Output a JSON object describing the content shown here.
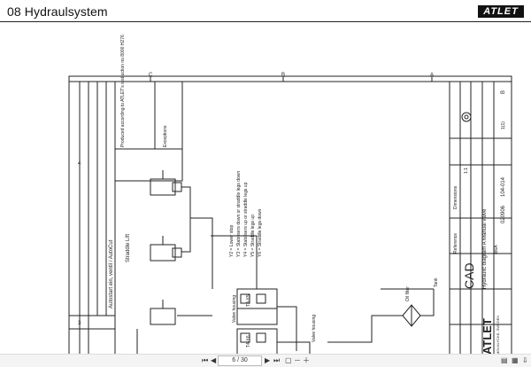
{
  "header": {
    "title": "08  Hydraulsystem",
    "logo": "ATLET"
  },
  "drawing": {
    "labels": {
      "cad": "CAD",
      "straddle_lift": "Straddle Lift",
      "valve_housing_1": "Valve housing",
      "valve_housing_2": "Valve housing",
      "oil_filter": "Oil filter",
      "tank": "Tank",
      "y_legend": [
        "Y2 = Lower stop",
        "Y3 = Stabilisers down or straddle legs down",
        "Y4 = Stabilisers up or straddle legs up",
        "Y5 = Straddle legs up",
        "Y6 = Straddle legs down"
      ],
      "t3y5": "T3-Y5",
      "t4y6": "T4-Y6",
      "title_block": {
        "name": "Hydraulic diagram  A  Manual valve",
        "company": "ATLET",
        "company_sub": "MOLNLYCKE, SWEDEN",
        "drawing_no": "104-014",
        "date": "020906",
        "sign": "B6A",
        "scale": "1:1",
        "sheet": "1(1)",
        "rev": "B",
        "produced": "Produced according to ATLET's instruction no 8000 H276",
        "exceptions": "Exceptions",
        "reference": "Reference",
        "dimensions": "Dimensions"
      },
      "grid_letters": [
        "C",
        "B",
        "A"
      ],
      "grid_numbers": [
        "4",
        "3"
      ],
      "rev_entry": "Autostart ein, ventil / AutoCut"
    }
  },
  "toolbar": {
    "page_display": "6 / 30",
    "first": "⏮",
    "prev": "◀",
    "next": "▶",
    "last": "⏭"
  }
}
